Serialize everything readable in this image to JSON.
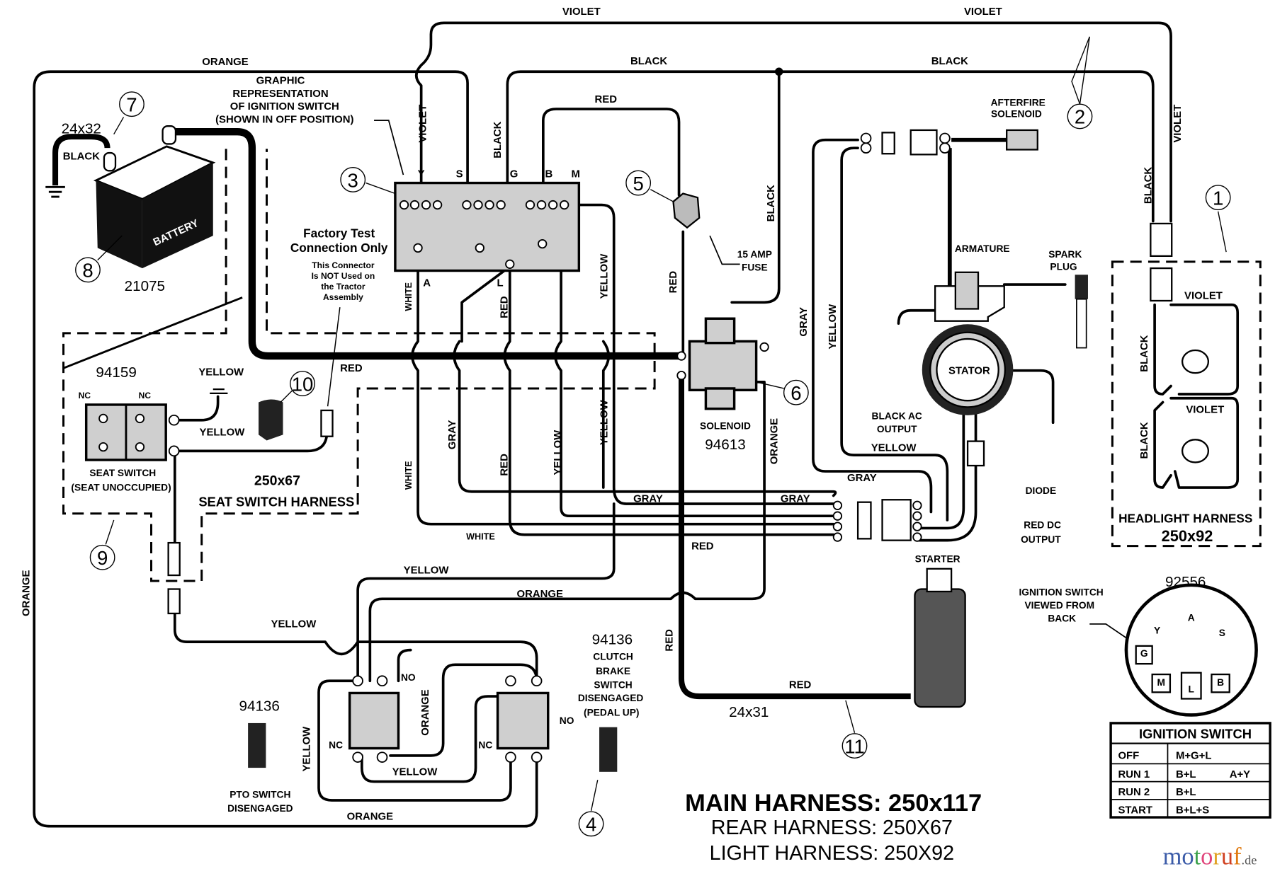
{
  "wire_labels": [
    "VIOLET",
    "VIOLET",
    "ORANGE",
    "BLACK",
    "BLACK",
    "RED",
    "VIOLET",
    "BLACK",
    "BLACK",
    "VIOLET",
    "BLACK",
    "BLACK",
    "RED",
    "YELLOW",
    "WHITE",
    "RED",
    "RED",
    "YELLOW",
    "YELLOW",
    "GRAY",
    "YELLOW",
    "GRAY",
    "WHITE",
    "RED",
    "YELLOW",
    "YELLOW",
    "ORANGE",
    "GRAY",
    "GRAY",
    "WHITE",
    "RED",
    "YELLOW",
    "GRAY",
    "YELLOW",
    "ORANGE",
    "YELLOW",
    "ORANGE",
    "RED",
    "RED",
    "YELLOW",
    "ORANGE",
    "YELLOW",
    "ORANGE",
    "VIOLET",
    "VIOLET",
    "BLACK",
    "BLACK"
  ],
  "callouts": [
    "1",
    "2",
    "3",
    "4",
    "5",
    "6",
    "7",
    "8",
    "9",
    "10",
    "11"
  ],
  "ignition_graphic": {
    "caption": [
      "GRAPHIC",
      "REPRESENTATION",
      "OF IGNITION SWITCH",
      "(SHOWN IN OFF POSITION)"
    ],
    "terminals": [
      "Y",
      "S",
      "G",
      "B",
      "M",
      "A",
      "L"
    ]
  },
  "battery": {
    "label": "BATTERY",
    "part": "21075",
    "cable": "24x32"
  },
  "factory_test": {
    "title": [
      "Factory Test",
      "Connection Only"
    ],
    "note": [
      "This Connector",
      "Is NOT Used on",
      "the Tractor",
      "Assembly"
    ]
  },
  "fuse": {
    "label": [
      "15 AMP",
      "FUSE"
    ]
  },
  "solenoid": {
    "label": "SOLENOID",
    "part": "94613"
  },
  "afterfire": {
    "label": [
      "AFTERFIRE",
      "SOLENOID"
    ]
  },
  "armature": {
    "label": "ARMATURE"
  },
  "spark_plug": {
    "label": [
      "SPARK",
      "PLUG"
    ]
  },
  "stator": {
    "label": "STATOR",
    "black_ac": [
      "BLACK AC",
      "OUTPUT"
    ],
    "diode": "DIODE",
    "red_dc": [
      "RED DC",
      "OUTPUT"
    ]
  },
  "headlight": {
    "title": "HEADLIGHT HARNESS",
    "part": "250x92"
  },
  "seat_switch": {
    "part": "94159",
    "nc": "NC",
    "caption": [
      "SEAT SWITCH",
      "(SEAT UNOCCUPIED)"
    ],
    "harness_part": "250x67",
    "harness": "SEAT SWITCH HARNESS"
  },
  "starter": {
    "label": "STARTER",
    "cable": "24x31"
  },
  "pto_switch": {
    "part": "94136",
    "caption": [
      "PTO SWITCH",
      "DISENGAGED"
    ]
  },
  "clutch_switch": {
    "part": "94136",
    "caption": [
      "CLUTCH",
      "BRAKE",
      "SWITCH",
      "DISENGAGED",
      "(PEDAL UP)"
    ]
  },
  "switch_contacts": {
    "no": "NO",
    "nc": "NC"
  },
  "ignition_back": {
    "part": "92556",
    "caption": [
      "IGNITION SWITCH",
      "VIEWED FROM",
      "BACK"
    ],
    "pins": [
      "A",
      "S",
      "Y",
      "G",
      "M",
      "L",
      "B"
    ]
  },
  "ignition_table": {
    "title": "IGNITION SWITCH",
    "rows": [
      {
        "pos": "OFF",
        "c1": "M+G+L",
        "c2": ""
      },
      {
        "pos": "RUN 1",
        "c1": "B+L",
        "c2": "A+Y"
      },
      {
        "pos": "RUN 2",
        "c1": "B+L",
        "c2": ""
      },
      {
        "pos": "START",
        "c1": "B+L+S",
        "c2": ""
      }
    ]
  },
  "harness_titles": {
    "main": "MAIN HARNESS: 250x117",
    "rear": "REAR HARNESS: 250X67",
    "light": "LIGHT HARNESS: 250X92"
  },
  "watermark": {
    "text": "motoruf",
    "suffix": ".de",
    "colors": [
      "#3b5ba8",
      "#3b5ba8",
      "#3aa04a",
      "#e0457b",
      "#e0a020",
      "#d04020",
      "#e07a10"
    ]
  }
}
